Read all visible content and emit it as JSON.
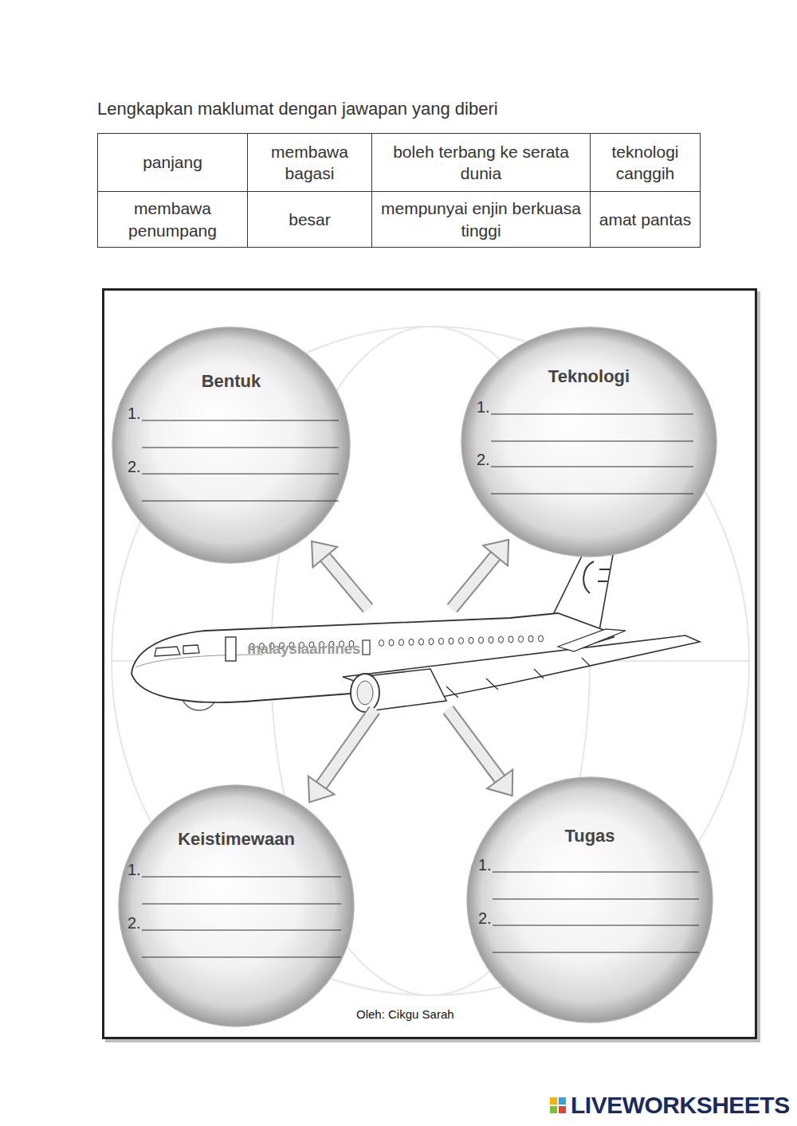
{
  "diagram": {
    "title": "Lengkapkan maklumat dengan jawapan yang diberi",
    "nodes": [
      {
        "text": [
          "Oleh: Cikgu Sarah"
        ]
      },
      {
        "text": [
          "Bentuk",
          "1.",
          "2."
        ],
        "in": 0
      },
      {
        "text": [
          "Teknologi",
          "1.",
          "2."
        ],
        "in": 0
      },
      {
        "text": [
          "malaysiaairlines"
        ],
        "in": 0
      },
      {
        "text": [
          "Keistimewaan",
          "1.",
          "2."
        ],
        "in": 0
      },
      {
        "text": [
          "Tugas",
          "1.",
          "2."
        ],
        "in": 0
      }
    ],
    "edges": [
      {
        "from": 3,
        "to": 1,
        "arrow": "to"
      },
      {
        "from": 3,
        "to": 2,
        "arrow": "to"
      },
      {
        "from": 3,
        "to": 4,
        "arrow": "to"
      },
      {
        "from": 3,
        "to": 5,
        "arrow": "to"
      }
    ],
    "labels": [
      "panjang",
      "membawa bagasi",
      "boleh terbang ke serata dunia",
      "teknologi canggih",
      "membawa penumpang",
      "besar",
      "mempunyai enjin berkuasa tinggi",
      "amat pantas",
      "LIVEWORKSHEETS"
    ]
  }
}
